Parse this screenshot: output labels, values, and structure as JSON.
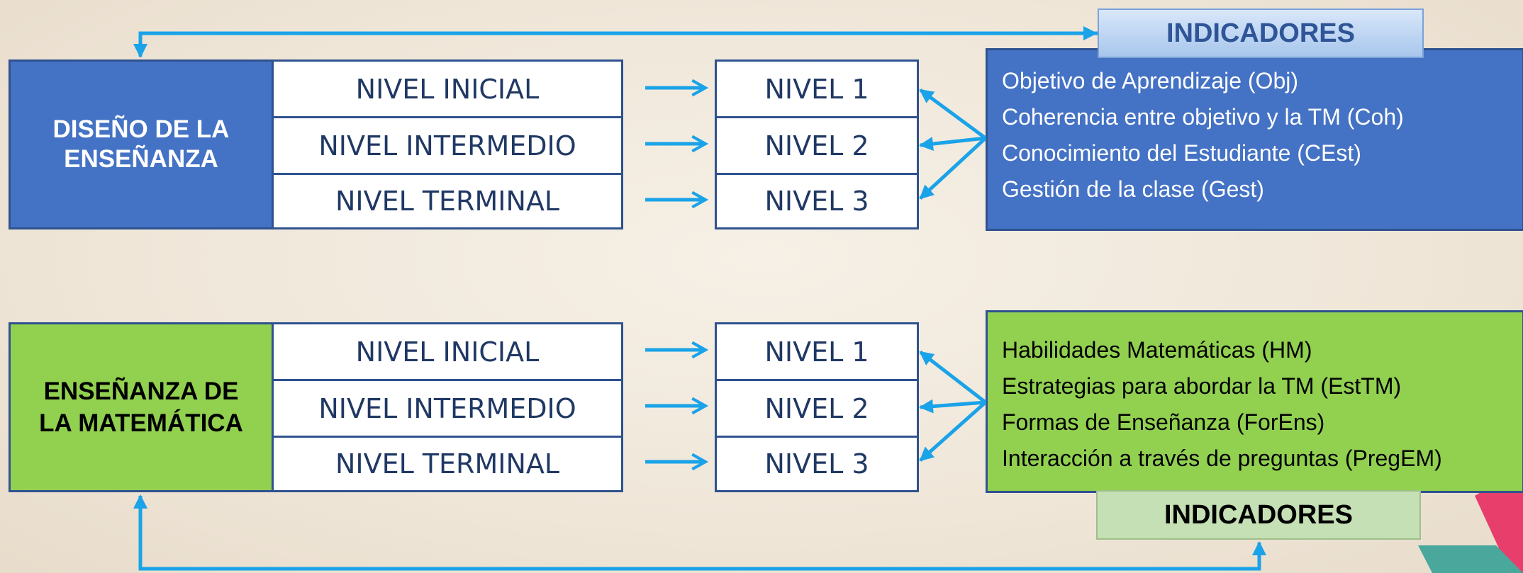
{
  "diagram": {
    "top": {
      "title": "DISEÑO DE LA ENSEÑANZA",
      "levels": [
        "NIVEL INICIAL",
        "NIVEL INTERMEDIO",
        "NIVEL TERMINAL"
      ],
      "targets": [
        "NIVEL 1",
        "NIVEL 2",
        "NIVEL 3"
      ],
      "indicators_label": "INDICADORES",
      "indicators": [
        "Objetivo de Aprendizaje (Obj)",
        "Coherencia entre objetivo y la TM (Coh)",
        "Conocimiento del Estudiante (CEst)",
        "Gestión de la clase (Gest)"
      ]
    },
    "bottom": {
      "title": "ENSEÑANZA DE LA MATEMÁTICA",
      "levels": [
        "NIVEL INICIAL",
        "NIVEL INTERMEDIO",
        "NIVEL TERMINAL"
      ],
      "targets": [
        "NIVEL 1",
        "NIVEL 2",
        "NIVEL 3"
      ],
      "indicators_label": "INDICADORES",
      "indicators": [
        "Habilidades Matemáticas (HM)",
        "Estrategias para abordar la TM (EstTM)",
        "Formas de Enseñanza (ForEns)",
        "Interacción a través de preguntas (PregEM)"
      ]
    },
    "colors": {
      "blue_box": "#4472c4",
      "green_box": "#92d050",
      "border": "#2f528f",
      "arrow": "#1aa3e8"
    }
  }
}
